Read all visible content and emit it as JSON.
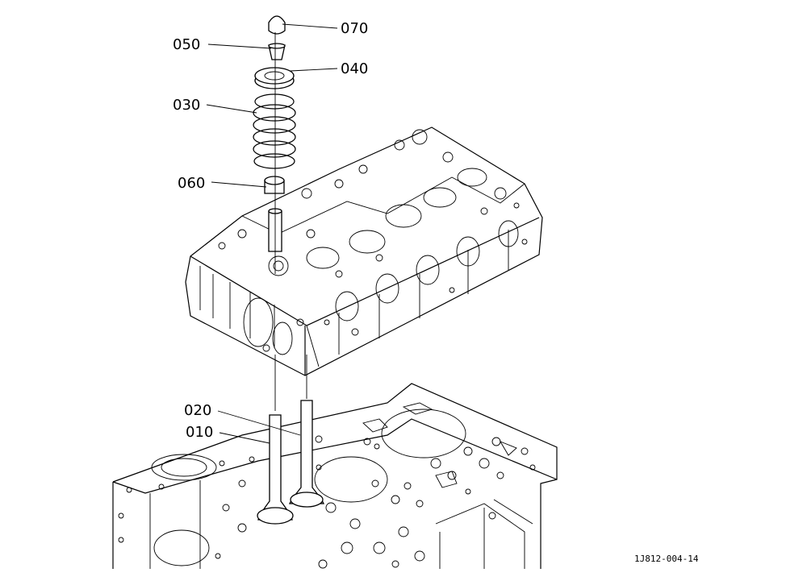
{
  "callouts": {
    "c070": "070",
    "c050": "050",
    "c040": "040",
    "c030": "030",
    "c060": "060",
    "c020": "020",
    "c010": "010"
  },
  "figure_code": "1J812-004-14"
}
